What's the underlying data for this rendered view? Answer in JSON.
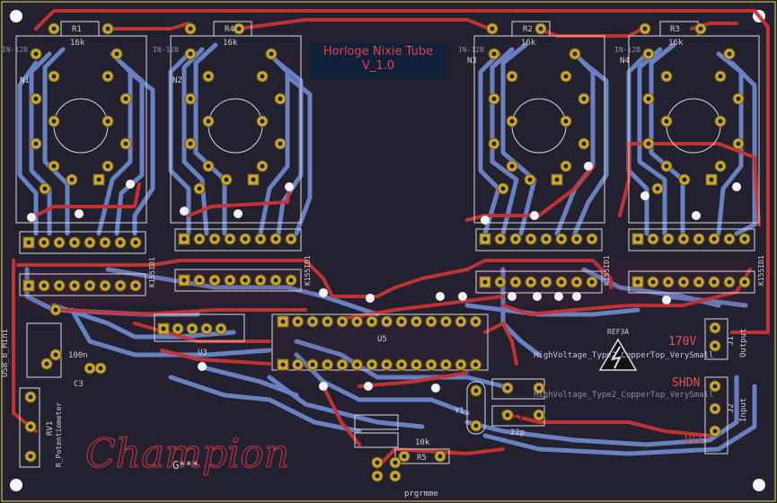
{
  "board": {
    "title_line1": "Horloge Nixie Tube",
    "title_line2": "V_1.0",
    "signature": "Champion",
    "signature_sub": "G***",
    "tube_labels": [
      "IN-12B",
      "IN-12B",
      "IN-12B",
      "IN-12B"
    ],
    "tube_refs": [
      "N1",
      "N2",
      "N3",
      "N4"
    ],
    "resistors": [
      {
        "ref": "R1",
        "value": "16k"
      },
      {
        "ref": "R4",
        "value": "16k"
      },
      {
        "ref": "R2",
        "value": "16k"
      },
      {
        "ref": "R3",
        "value": "16k"
      }
    ],
    "driver_refs": [
      "K155ID1",
      "K155ID1",
      "K155ID1",
      "K155ID1"
    ],
    "usb_label": "USB_B_Mini",
    "pot_ref": "RV1",
    "pot_label": "R_Potentiometer",
    "cap_c3": "C3",
    "cap_c3_value": "100n",
    "u3": "U3",
    "u5": "U5",
    "y1": "Y1",
    "c1": "C1",
    "c2": "C2",
    "c_value": "22p",
    "hv_logo": "HighVoltage_Type2_CopperTop_VerySmall",
    "hv_logo2": "HighVoltage_Type2_CopperTop_VerySmall",
    "ref_label": "REF3A",
    "label_170v": "170V",
    "label_shdn": "SHDN",
    "label_vcc": "VCC",
    "j1": "J1",
    "j1_label": "Output",
    "j2": "J2",
    "j2_label": "Input",
    "r5": "R5",
    "r5_value": "10k",
    "prog_label": "prgrmme"
  },
  "colors": {
    "board": "#232130",
    "top_copper": "#c83434",
    "bottom_copper": "#6d86c9",
    "pad": "#c8a830",
    "silk": "#e0e0e0",
    "edge": "#e7dd5a"
  }
}
